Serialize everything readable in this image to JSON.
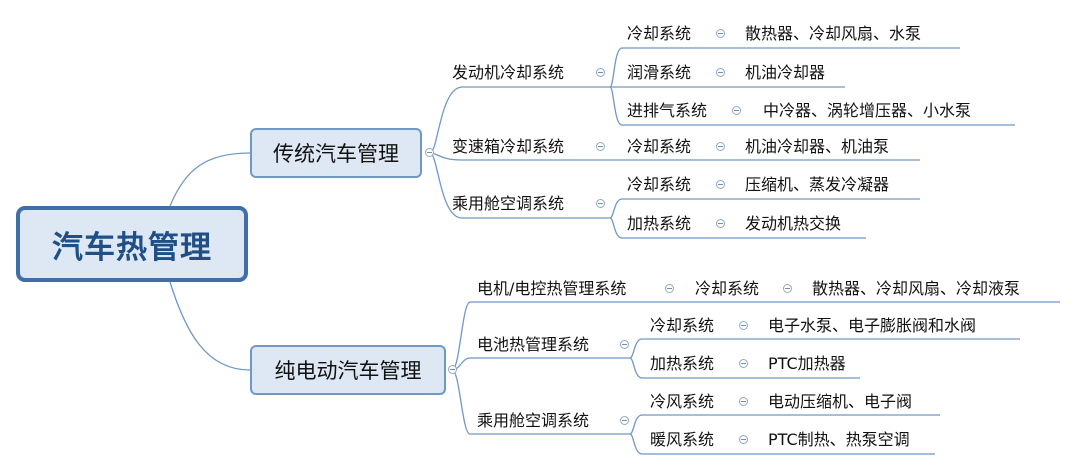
{
  "root": {
    "label": "汽车热管理"
  },
  "branches": [
    {
      "label": "传统汽车管理",
      "children": [
        {
          "label": "发动机冷却系统",
          "children": [
            {
              "label": "冷却系统",
              "detail": "散热器、冷却风扇、水泵"
            },
            {
              "label": "润滑系统",
              "detail": "机油冷却器"
            },
            {
              "label": "进排气系统",
              "detail": "中冷器、涡轮增压器、小水泵"
            }
          ]
        },
        {
          "label": "变速箱冷却系统",
          "children": [
            {
              "label": "冷却系统",
              "detail": "机油冷却器、机油泵"
            }
          ]
        },
        {
          "label": "乘用舱空调系统",
          "children": [
            {
              "label": "冷却系统",
              "detail": "压缩机、蒸发冷凝器"
            },
            {
              "label": "加热系统",
              "detail": "发动机热交换"
            }
          ]
        }
      ]
    },
    {
      "label": "纯电动汽车管理",
      "children": [
        {
          "label": "电机/电控热管理系统",
          "children": [
            {
              "label": "冷却系统",
              "detail": "散热器、冷却风扇、冷却液泵"
            }
          ]
        },
        {
          "label": "电池热管理系统",
          "children": [
            {
              "label": "冷却系统",
              "detail": "电子水泵、电子膨胀阀和水阀"
            },
            {
              "label": "加热系统",
              "detail": "PTC加热器"
            }
          ]
        },
        {
          "label": "乘用舱空调系统",
          "children": [
            {
              "label": "冷风系统",
              "detail": "电动压缩机、电子阀"
            },
            {
              "label": "暖风系统",
              "detail": "PTC制热、热泵空调"
            }
          ]
        }
      ]
    }
  ],
  "colors": {
    "line": "#7098c7",
    "underline": "#3f6fa8",
    "node_fill": "#dde8f4",
    "root_border": "#3f6fa8"
  }
}
